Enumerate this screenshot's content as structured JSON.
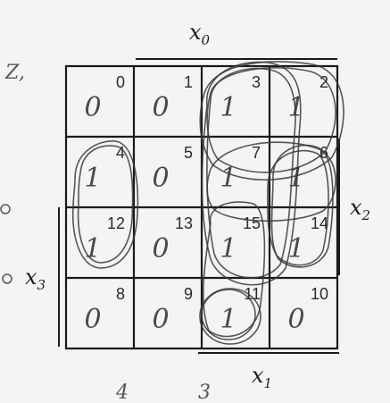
{
  "kmap": {
    "cells": [
      {
        "index": "0",
        "value": "0",
        "row": 0,
        "col": 0
      },
      {
        "index": "1",
        "value": "0",
        "row": 0,
        "col": 1
      },
      {
        "index": "3",
        "value": "1",
        "row": 0,
        "col": 2
      },
      {
        "index": "2",
        "value": "1",
        "row": 0,
        "col": 3
      },
      {
        "index": "4",
        "value": "1",
        "row": 1,
        "col": 0
      },
      {
        "index": "5",
        "value": "0",
        "row": 1,
        "col": 1
      },
      {
        "index": "7",
        "value": "1",
        "row": 1,
        "col": 2
      },
      {
        "index": "6",
        "value": "1",
        "row": 1,
        "col": 3
      },
      {
        "index": "12",
        "value": "1",
        "row": 2,
        "col": 0
      },
      {
        "index": "13",
        "value": "0",
        "row": 2,
        "col": 1
      },
      {
        "index": "15",
        "value": "1",
        "row": 2,
        "col": 2
      },
      {
        "index": "14",
        "value": "1",
        "row": 2,
        "col": 3
      },
      {
        "index": "8",
        "value": "0",
        "row": 3,
        "col": 0
      },
      {
        "index": "9",
        "value": "0",
        "row": 3,
        "col": 1
      },
      {
        "index": "11",
        "value": "1",
        "row": 3,
        "col": 2
      },
      {
        "index": "10",
        "value": "0",
        "row": 3,
        "col": 3
      }
    ],
    "labels": {
      "x0": {
        "base": "x",
        "sub": "0"
      },
      "x1": {
        "base": "x",
        "sub": "1"
      },
      "x2": {
        "base": "x",
        "sub": "2"
      },
      "x3": {
        "base": "x",
        "sub": "3"
      }
    },
    "margin_notes": {
      "z_label": "Z,",
      "bottom_left": "4",
      "bottom_mid": "3"
    },
    "groups": [
      "x1 x2 block",
      "x2 x0' column",
      "x2 x1' x0' column",
      "cell 11",
      "x0' x1 top pair"
    ]
  }
}
